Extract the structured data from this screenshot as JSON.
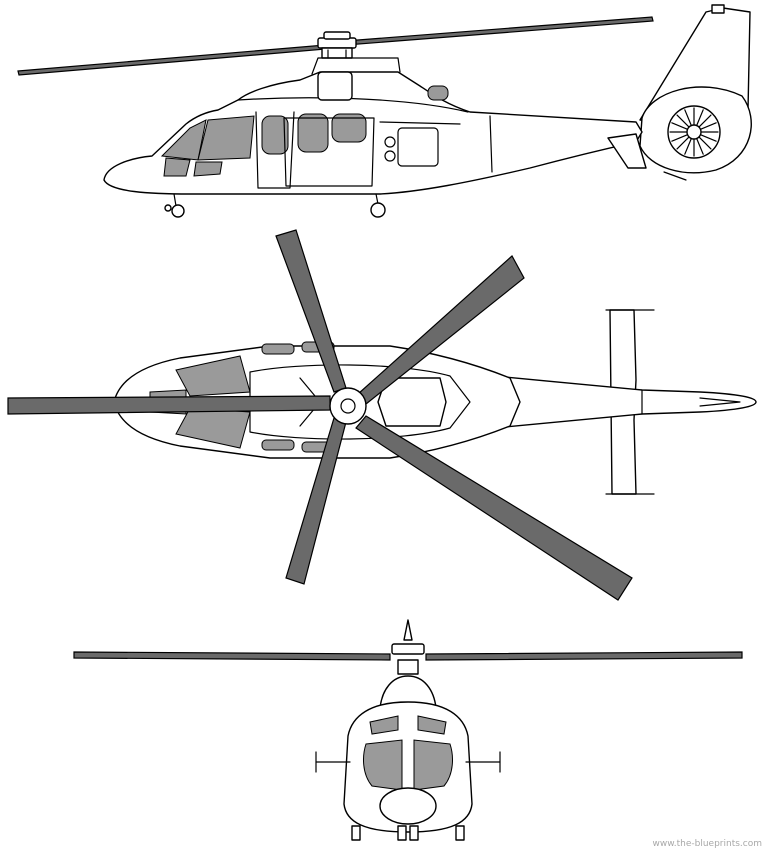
{
  "drawing": {
    "views": [
      "side",
      "top",
      "front"
    ],
    "watermark": "www.the-blueprints.com"
  }
}
